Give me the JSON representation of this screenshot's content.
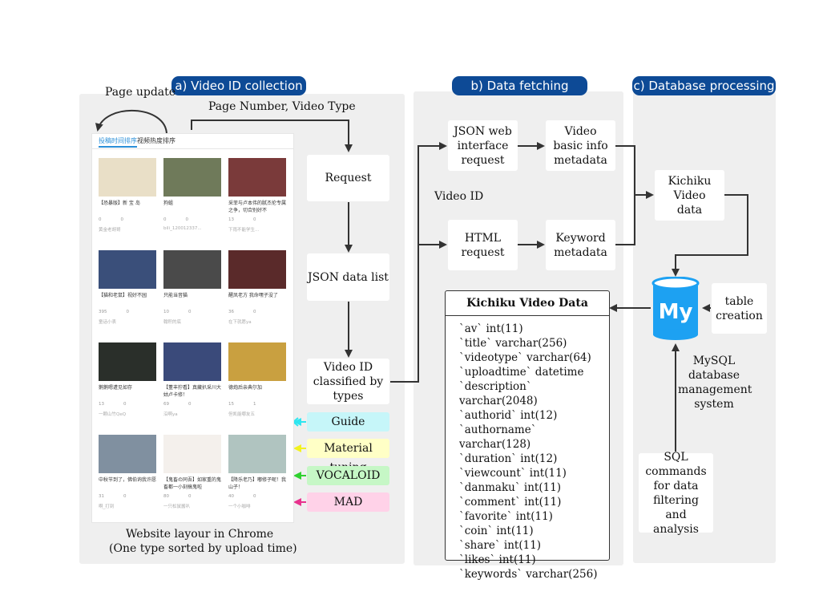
{
  "sections": {
    "a": "a) Video ID collection",
    "b": "b) Data fetching",
    "c": "c) Database processing"
  },
  "section_a": {
    "page_update": "Page update",
    "page_number": "Page Number, Video Type",
    "request": "Request",
    "json_list": "JSON data list",
    "video_id_classified": "Video ID classified by types",
    "website_caption_1": "Website layour in Chrome",
    "website_caption_2": "(One type sorted by upload time)",
    "tags": [
      {
        "label": "Guide",
        "color": "#c6f6f9",
        "arrow": "#2ee6f0"
      },
      {
        "label": "Material tuning",
        "color": "#ffffc6",
        "arrow": "#f2f21e"
      },
      {
        "label": "VOCALOID",
        "color": "#c6f7c6",
        "arrow": "#2fd12f"
      },
      {
        "label": "MAD",
        "color": "#ffd2e8",
        "arrow": "#e8338e"
      }
    ],
    "website": {
      "tab_active": "投稿时间排序",
      "tab_other": "视频热度排序",
      "cards": [
        {
          "title": "【恐暴版】新 宝 岛",
          "stats": [
            "0",
            "0"
          ],
          "uploader": "黄金老胡哥"
        },
        {
          "title": "狗蛆",
          "stats": [
            "0",
            "0"
          ],
          "uploader": "bili_120012337..."
        },
        {
          "title": "采菲与卢本伟的腻杰伦专属之争，切合别好不",
          "stats": [
            "13",
            "0"
          ],
          "uploader": "下雨不能学生..."
        },
        {
          "title": "【猫和老鼠】视好不园",
          "stats": [
            "395",
            "0"
          ],
          "uploader": "童话小表"
        },
        {
          "title": "只能当音猫",
          "stats": [
            "10",
            "0"
          ],
          "uploader": "翰积的底"
        },
        {
          "title": "醒凤老方 我命嘿子没了",
          "stats": [
            "36",
            "0"
          ],
          "uploader": "在下就愿ya"
        },
        {
          "title": "鹅鹅嗯遭见如存",
          "stats": [
            "13",
            "0"
          ],
          "uploader": "一颗山竹QeQ"
        },
        {
          "title": "【董丰狞看】真藏扒采川大姑卢卡修！",
          "stats": [
            "69",
            "0"
          ],
          "uploader": "沿啊ya"
        },
        {
          "title": "德炮后亲典尔加",
          "stats": [
            "15",
            "1"
          ],
          "uploader": "但凯能哪友五"
        },
        {
          "title": "中秋节到了，佛伯询我许愿",
          "stats": [
            "31",
            "0"
          ],
          "uploader": "啊_打到"
        },
        {
          "title": "【鬼畜の同吾】如家重的鬼畜都一小刻搞鬼啦",
          "stats": [
            "80",
            "0"
          ],
          "uploader": "一只松鼠酱叭"
        },
        {
          "title": "【降乐老乃】嘟修子呢！我山子！",
          "stats": [
            "40",
            "0"
          ],
          "uploader": "一个小咖啡"
        }
      ]
    }
  },
  "section_b": {
    "json_request": "JSON web interface request",
    "basic_info": "Video basic info metadata",
    "video_id": "Video ID",
    "html_request": "HTML request",
    "keyword_meta": "Keyword metadata"
  },
  "section_c": {
    "kichiku_data": "Kichiku Video data",
    "table_creation": "table creation",
    "mysql_label": "MySQL database management system",
    "mysql_logo": "My",
    "sql_commands": "SQL commands for data filtering and analysis"
  },
  "db_table": {
    "title": "Kichiku Video Data",
    "fields": [
      "`av`  int(11)",
      "`title`  varchar(256)",
      "`videotype`  varchar(64)",
      "`uploadtime`  datetime",
      "`description`  varchar(2048)",
      "`authorid`  int(12)",
      "`authorname`  varchar(128)",
      "`duration`  int(12)",
      "`viewcount`  int(11)",
      "`danmaku`  int(11)",
      "`comment`  int(11)",
      "`favorite`  int(11)",
      "`coin`  int(11)",
      "`share`  int(11)",
      "`likes`  int(11)",
      "`keywords`  varchar(256)"
    ]
  },
  "colors": {
    "header_bg": "#0d4a96",
    "panel_bg": "#efefef",
    "mysql_blue": "#1da1f2"
  }
}
